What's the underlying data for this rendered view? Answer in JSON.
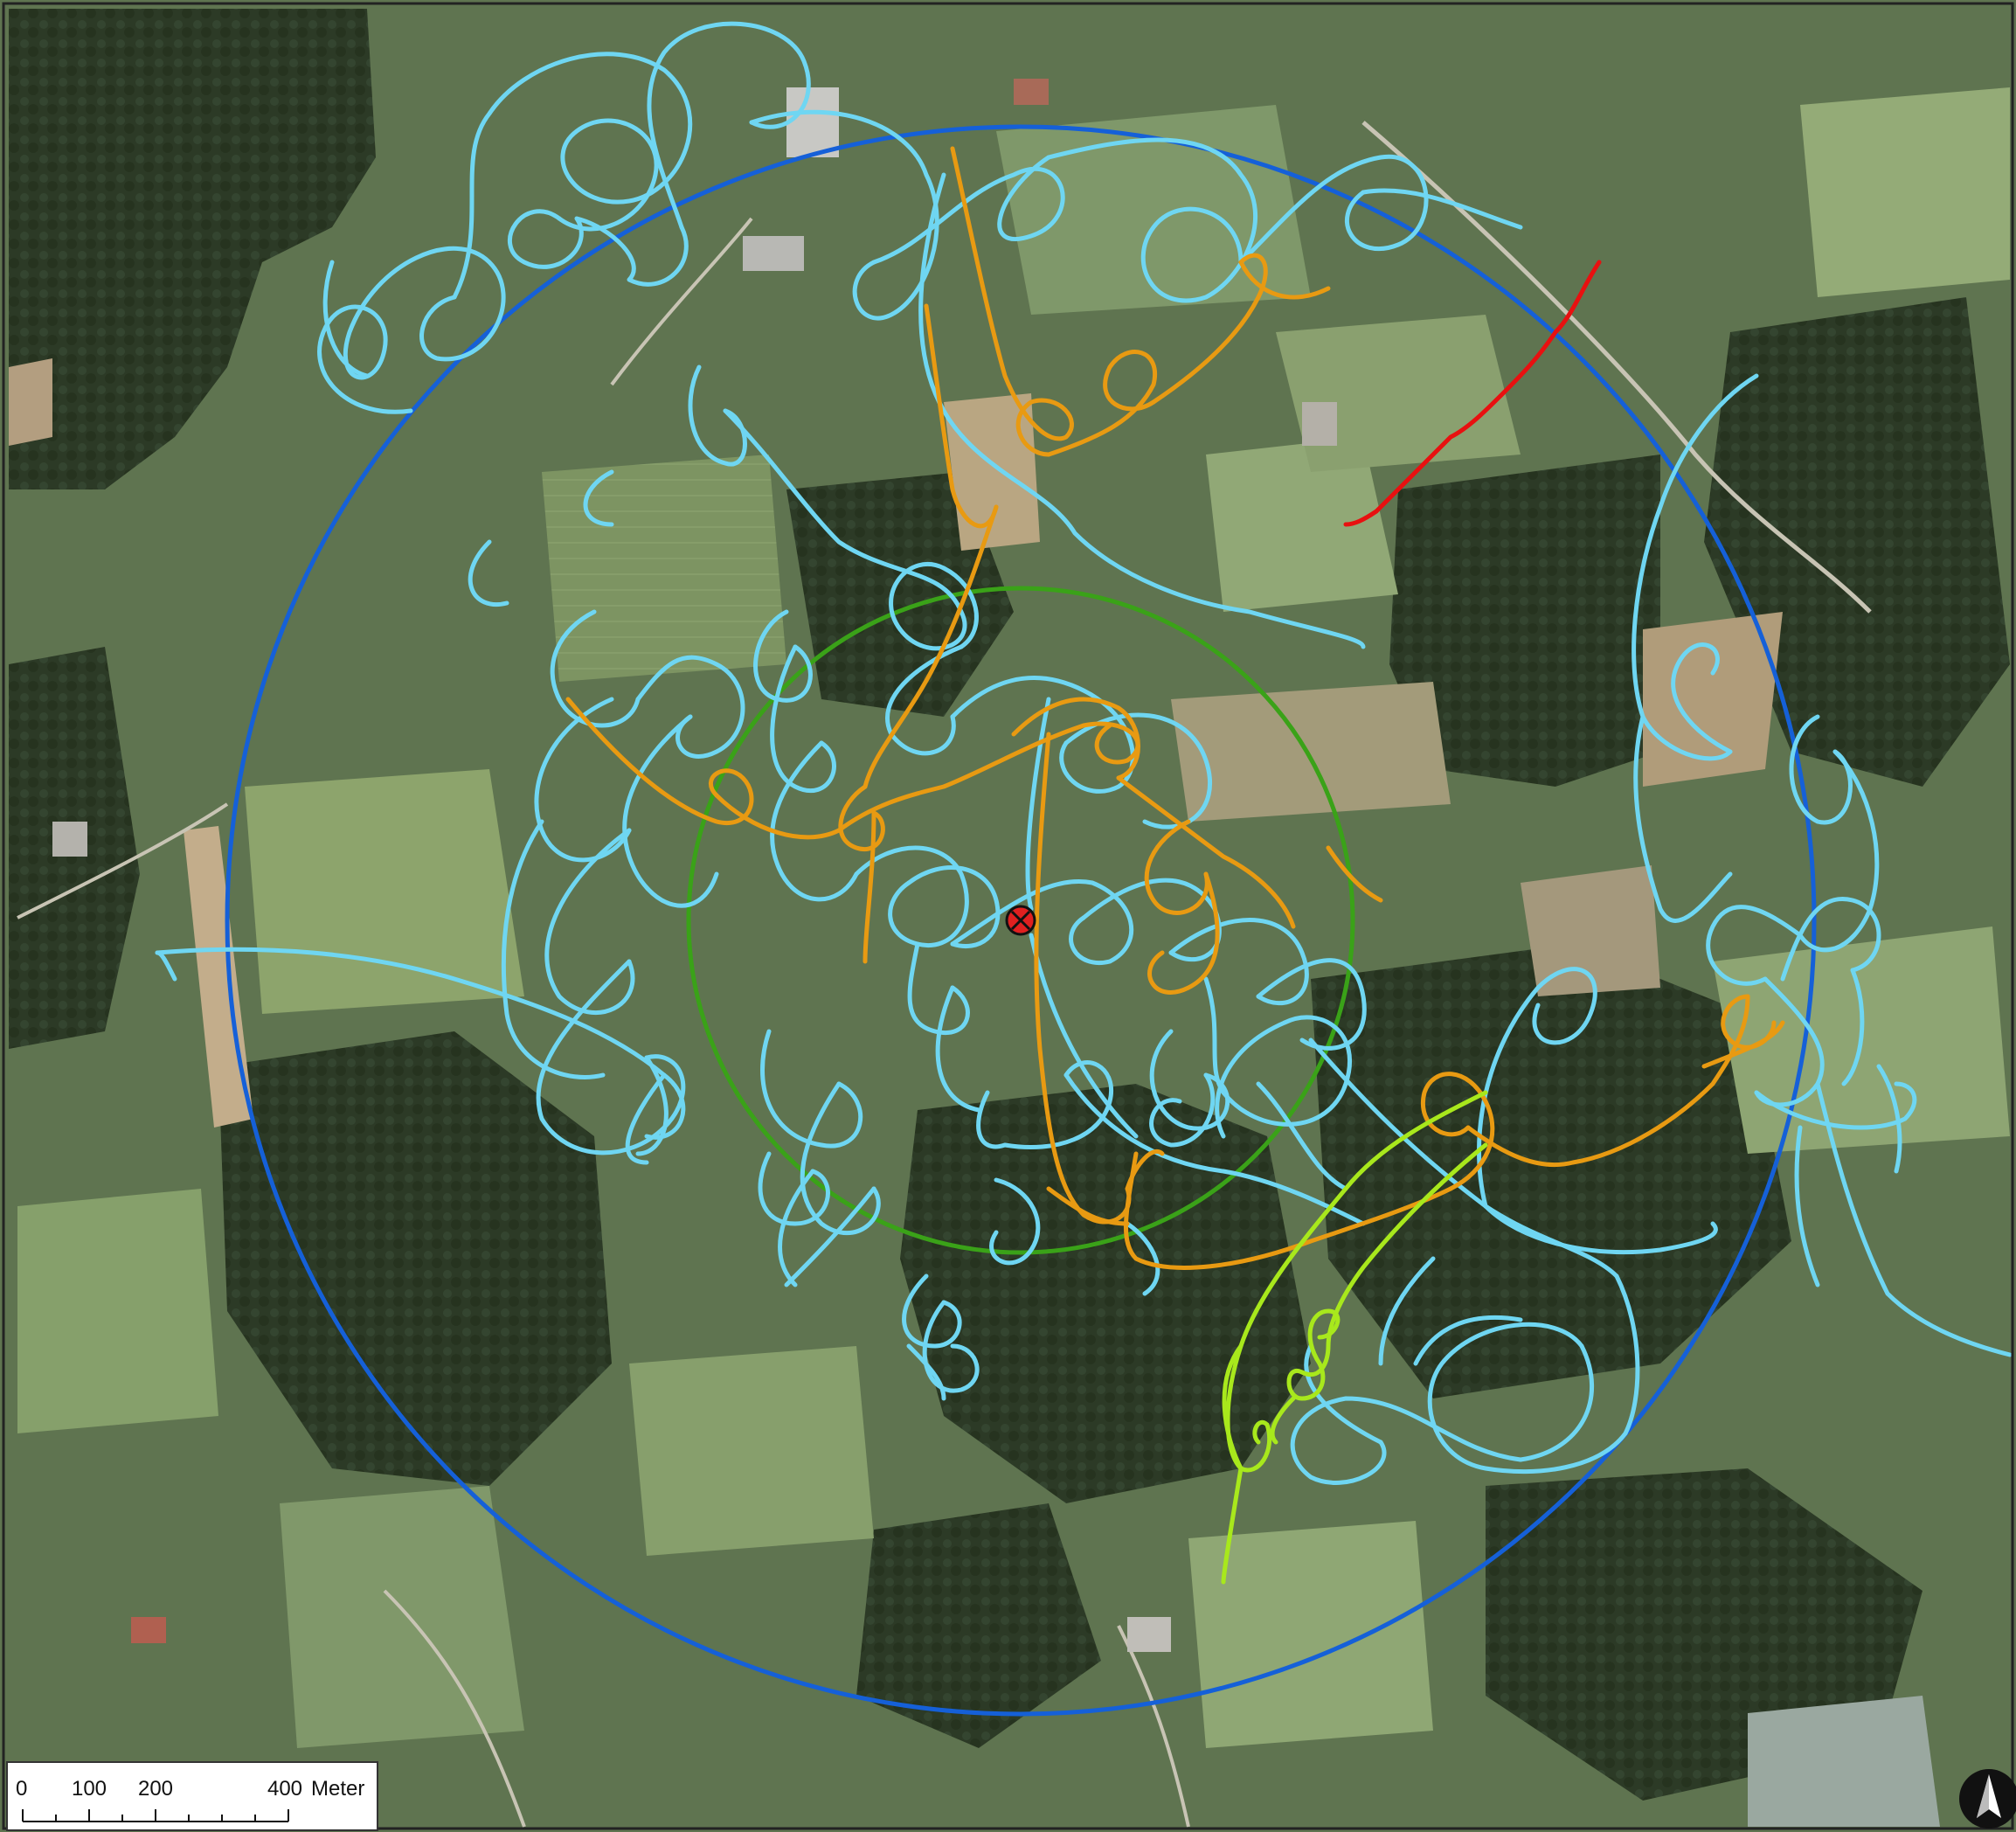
{
  "scale_bar": {
    "ticks": [
      "0",
      "100",
      "200",
      "400"
    ],
    "unit": "Meter"
  },
  "north_arrow": {
    "icon": "north-arrow-icon"
  },
  "center_marker": {
    "icon": "circle-x-icon",
    "color": "#e02020"
  },
  "colors": {
    "outer_circle": "#1560d8",
    "inner_circle": "#3aa218",
    "track_cyan": "#6fd6f2",
    "track_orange": "#e89a12",
    "track_lime": "#a8e81c",
    "track_red": "#e81010"
  },
  "layers": [
    {
      "id": "outer-radius",
      "type": "circle",
      "color": "#1560d8"
    },
    {
      "id": "inner-radius",
      "type": "circle",
      "color": "#3aa218"
    },
    {
      "id": "tracks-cyan",
      "type": "flight-track",
      "color": "#6fd6f2"
    },
    {
      "id": "tracks-orange",
      "type": "flight-track",
      "color": "#e89a12"
    },
    {
      "id": "track-lime",
      "type": "flight-track",
      "color": "#a8e81c"
    },
    {
      "id": "track-red",
      "type": "flight-track",
      "color": "#e81010"
    }
  ]
}
